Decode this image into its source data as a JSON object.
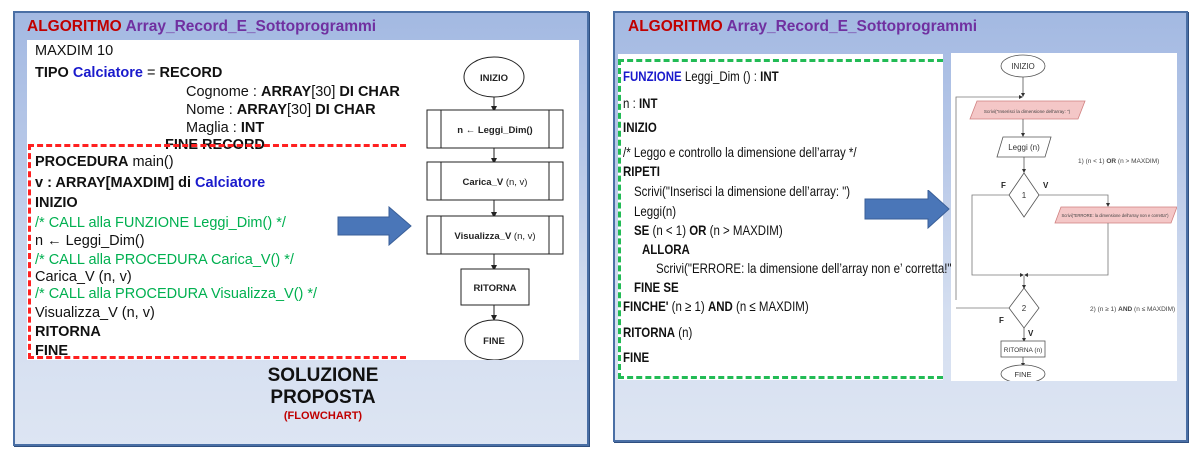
{
  "left_panel": {
    "title_keyword": "ALGORITMO",
    "title_name": "Array_Record_E_Sottoprogrammi",
    "declarations": {
      "maxdim": "MAXDIM  10",
      "tipo_kw": "TIPO",
      "tipo_name": "Calciatore",
      "tipo_eq": " = ",
      "tipo_record": "RECORD",
      "fields": [
        {
          "name": "Cognome : ",
          "type_kw": "ARRAY",
          "type_dim": "[30]",
          "type_rest": " DI CHAR"
        },
        {
          "name": "Nome : ",
          "type_kw": "ARRAY",
          "type_dim": "[30]",
          "type_rest": " DI CHAR"
        },
        {
          "name": "Maglia : ",
          "type_kw": "INT",
          "type_dim": "",
          "type_rest": ""
        }
      ],
      "fine_record": "FINE RECORD"
    },
    "main_code": {
      "procedura_kw": "PROCEDURA",
      "procedura_name": " main()",
      "v_decl": "v : ARRAY[MAXDIM] di ",
      "v_type": "Calciatore",
      "inizio": "INIZIO",
      "comment1": "/* CALL alla FUNZIONE Leggi_Dim() */",
      "stmt1": "n ← Leggi_Dim()",
      "comment2": "/* CALL alla PROCEDURA Carica_V() */",
      "stmt2": "Carica_V (n, v)",
      "comment3": "/* CALL alla PROCEDURA Visualizza_V() */",
      "stmt3": "Visualizza_V (n, v)",
      "ritorna": "RITORNA",
      "fine": "FINE"
    },
    "flowchart": {
      "start": "INIZIO",
      "steps": [
        {
          "bold": "n ← Leggi_Dim()",
          "normal": ""
        },
        {
          "bold": "Carica_V",
          "normal": " (n, v)"
        },
        {
          "bold": "Visualizza_V",
          "normal": " (n, v)"
        }
      ],
      "ritorna": "RITORNA",
      "end": "FINE"
    },
    "solution_line1": "SOLUZIONE",
    "solution_line2": "PROPOSTA",
    "solution_line3": "(FLOWCHART)",
    "arrow_icon": "right-arrow"
  },
  "right_panel": {
    "title_keyword": "ALGORITMO",
    "title_name": "Array_Record_E_Sottoprogrammi",
    "code": {
      "funzione_kw": "FUNZIONE",
      "funzione_sig": " Leggi_Dim () : ",
      "funzione_ret": "INT",
      "n_decl": "n : ",
      "n_type": "INT",
      "inizio": "INIZIO",
      "comment": "/* Leggo e controllo la dimensione dell’array */",
      "ripeti": "RIPETI",
      "scrivi1": "Scrivi(\"Inserisci la dimensione dell’array: \")",
      "leggi": "Leggi(n)",
      "se_kw": "SE",
      "se_cond1": " (n < 1) ",
      "se_or": "OR",
      "se_cond2": " (n > MAXDIM)",
      "allora": "ALLORA",
      "scrivi2": "Scrivi(\"ERRORE: la dimensione dell’array non e’ corretta!\")",
      "fine_se": "FINE SE",
      "finche_kw": "FINCHE'",
      "finche_cond1": " (n ≥ 1) ",
      "finche_and": "AND",
      "finche_cond2": " (n ≤ MAXDIM)",
      "ritorna_kw": "RITORNA",
      "ritorna_val": " (n)",
      "fine": "FINE"
    },
    "flowchart": {
      "start": "INIZIO",
      "output1": "Scrivi(\"Inserisci la dimensione dell'array: \")",
      "input": "Leggi (n)",
      "decision1": "1",
      "decision1_false": "F",
      "decision1_true": "V",
      "output2": "Scrivi(\"ERRORE: la dimensione dell'array non e corretta\")",
      "decision2": "2",
      "decision2_false": "F",
      "decision2_true": "V",
      "ritorna": "RITORNA (n)",
      "end": "FINE",
      "legend1_prefix": "1) (n < 1) ",
      "legend1_op": "OR",
      "legend1_suffix": " (n > MAXDIM)",
      "legend2_prefix": "2) (n ≥ 1) ",
      "legend2_op": "AND",
      "legend2_suffix": " (n ≤ MAXDIM)"
    },
    "arrow_icon": "right-arrow"
  },
  "colors": {
    "keyword_red": "#c00000",
    "name_purple": "#7030a0",
    "type_blue": "#1a1acc",
    "comment_green": "#00b050",
    "arrow_blue": "#4a76b8",
    "io_pink": "#f4c7c7"
  }
}
